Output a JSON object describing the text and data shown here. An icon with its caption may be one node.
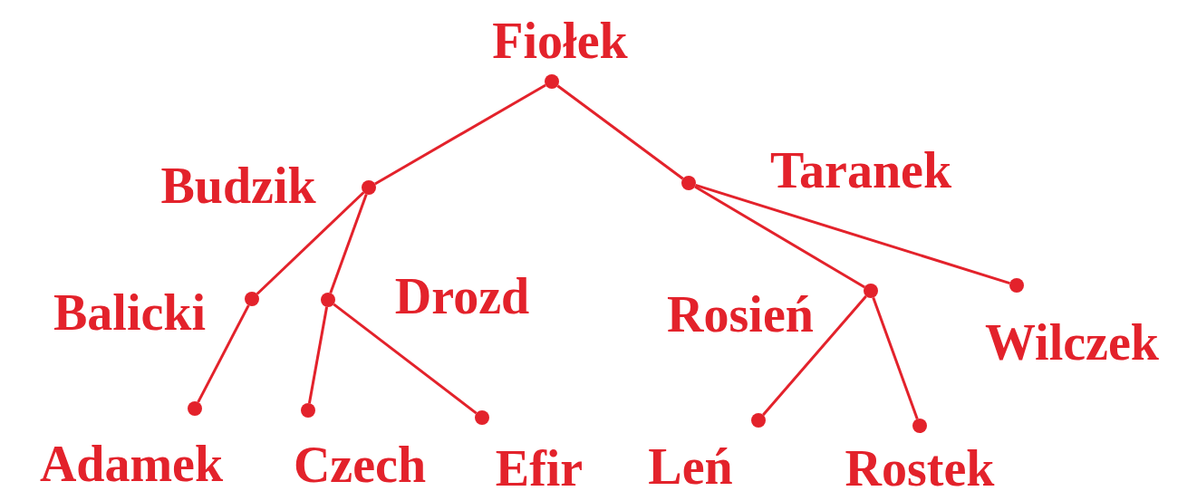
{
  "diagram": {
    "nodes": [
      {
        "text": [],
        "shape": "circle",
        "beside": [
          "Fiołek"
        ]
      },
      {
        "text": [],
        "shape": "circle",
        "beside": [
          "Budzik"
        ]
      },
      {
        "text": [],
        "shape": "circle",
        "beside": [
          "Taranek"
        ]
      },
      {
        "text": [],
        "shape": "circle",
        "beside": [
          "Balicki"
        ]
      },
      {
        "text": [],
        "shape": "circle",
        "beside": [
          "Drozd"
        ]
      },
      {
        "text": [],
        "shape": "circle",
        "beside": [
          "Rosień"
        ]
      },
      {
        "text": [],
        "shape": "circle",
        "beside": [
          "Wilczek"
        ]
      },
      {
        "text": [],
        "shape": "circle",
        "beside": [
          "Adamek"
        ]
      },
      {
        "text": [],
        "shape": "circle",
        "beside": [
          "Czech"
        ]
      },
      {
        "text": [],
        "shape": "circle",
        "beside": [
          "Efir"
        ]
      },
      {
        "text": [],
        "shape": "circle",
        "beside": [
          "Leń"
        ]
      },
      {
        "text": [],
        "shape": "circle",
        "beside": [
          "Rostek"
        ]
      }
    ],
    "edges": [
      {
        "from": 0,
        "to": 1,
        "arrow": "none"
      },
      {
        "from": 0,
        "to": 2,
        "arrow": "none"
      },
      {
        "from": 1,
        "to": 3,
        "arrow": "none"
      },
      {
        "from": 1,
        "to": 4,
        "arrow": "none"
      },
      {
        "from": 2,
        "to": 5,
        "arrow": "none"
      },
      {
        "from": 2,
        "to": 6,
        "arrow": "none"
      },
      {
        "from": 3,
        "to": 7,
        "arrow": "none"
      },
      {
        "from": 4,
        "to": 8,
        "arrow": "none"
      },
      {
        "from": 4,
        "to": 9,
        "arrow": "none"
      },
      {
        "from": 5,
        "to": 10,
        "arrow": "none"
      },
      {
        "from": 5,
        "to": 11,
        "arrow": "none"
      }
    ]
  }
}
